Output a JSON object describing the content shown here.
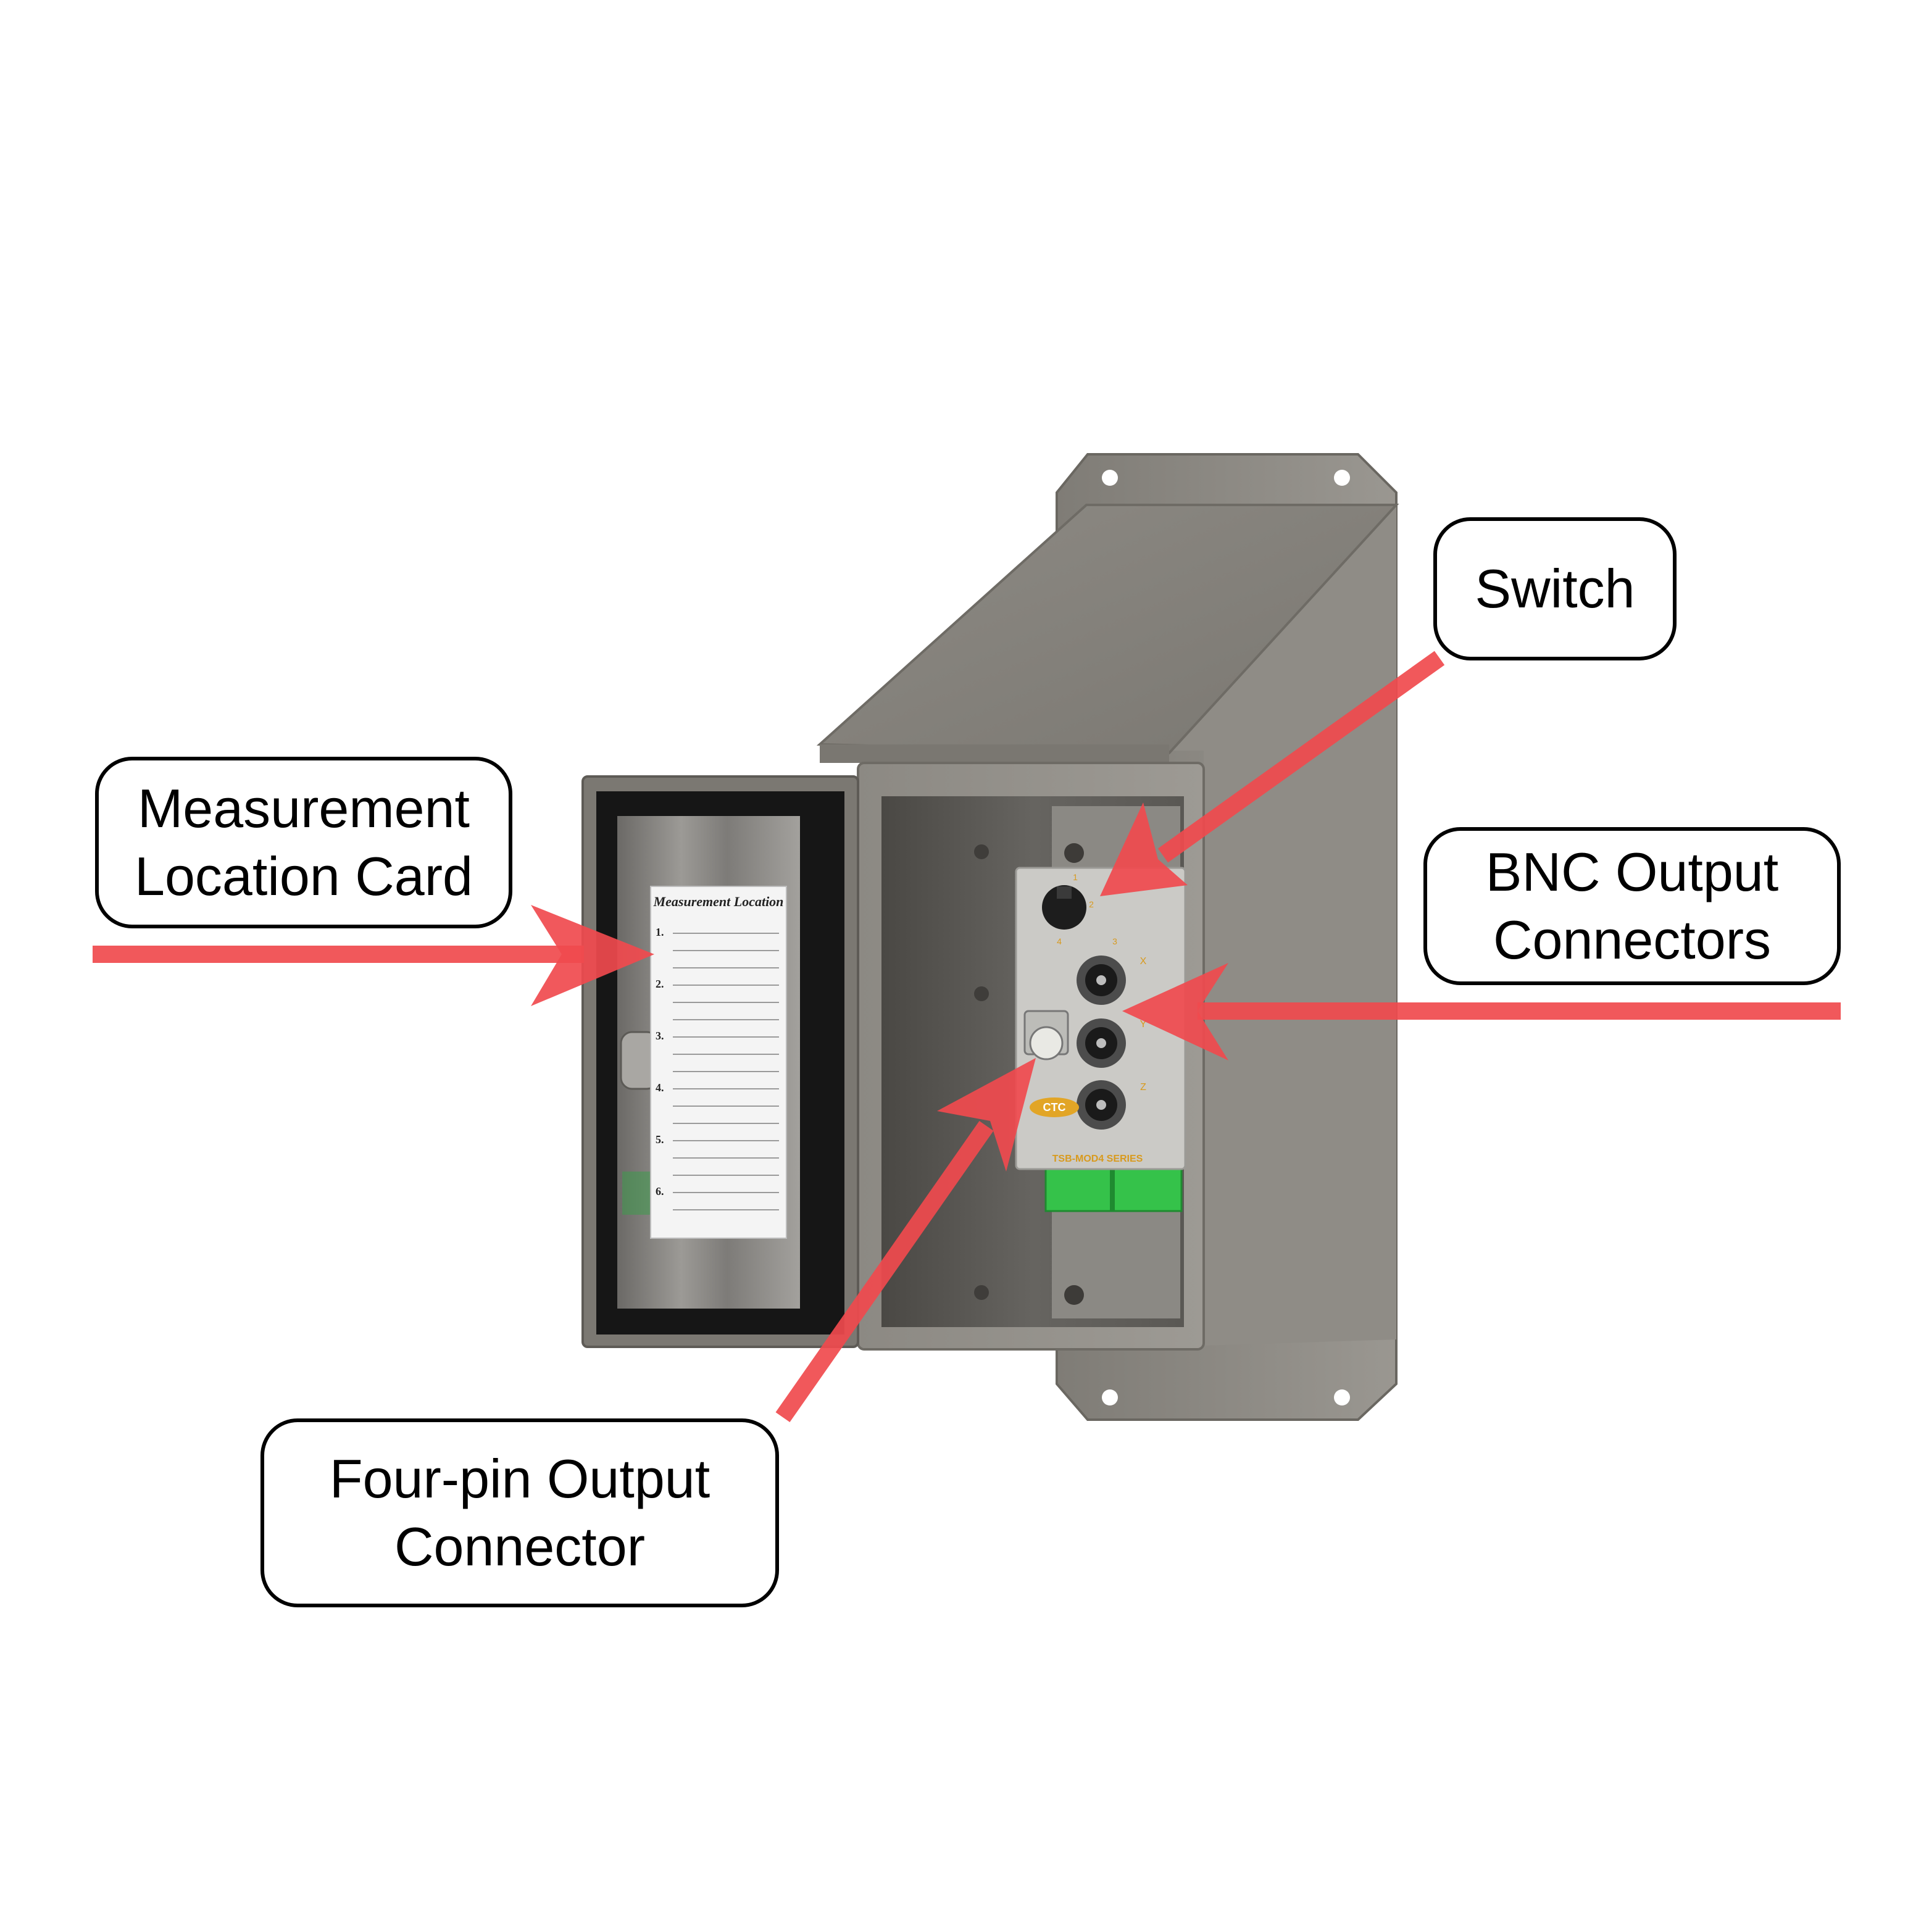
{
  "callouts": {
    "switch": {
      "line1": "Switch"
    },
    "card": {
      "line1": "Measurement",
      "line2": "Location Card"
    },
    "bnc": {
      "line1": "BNC Output",
      "line2": "Connectors"
    },
    "fourpin": {
      "line1": "Four-pin Output",
      "line2": "Connector"
    }
  },
  "location_card": {
    "title": "Measurement Location",
    "numbers": [
      "1.",
      "2.",
      "3.",
      "4.",
      "5.",
      "6."
    ]
  },
  "module": {
    "brand": "CTC",
    "series": "TSB-MOD4 SERIES",
    "channel_labels": [
      "1",
      "2",
      "3",
      "4",
      "X",
      "Y",
      "Z"
    ]
  },
  "colors": {
    "arrow": "#f04a4e",
    "enclosure": "#8a8780",
    "enclosure_dark": "#55534f",
    "terminal_green": "#35c24a",
    "plate": "#c9c8c4"
  }
}
